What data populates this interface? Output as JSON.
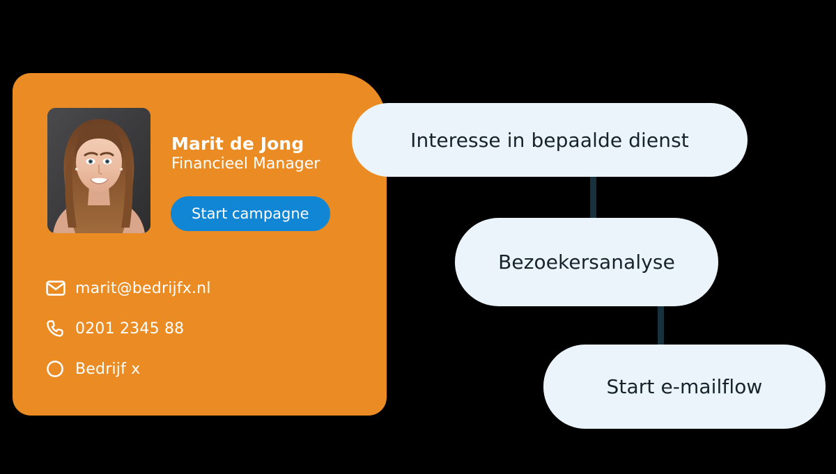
{
  "theme": {
    "page_background": "#000000",
    "card_orange": "#ea8c23",
    "button_blue": "#1186d5",
    "pill_background": "#eaf4fa",
    "pill_text": "#16232b",
    "connector_navy": "#17313d",
    "card_text": "#ffffff"
  },
  "contact_card": {
    "name": "Marit de Jong",
    "role": "Financieel Manager",
    "cta_label": "Start campagne",
    "avatar_alt": "portrait-photo-of-smiling-woman",
    "details": [
      {
        "icon": "envelope-icon",
        "label": "marit@bedrijfx.nl"
      },
      {
        "icon": "phone-icon",
        "label": "0201 2345 88"
      },
      {
        "icon": "circle-icon",
        "label": "Bedrijf x"
      }
    ]
  },
  "flow": {
    "steps": [
      {
        "label": "Interesse in bepaalde dienst"
      },
      {
        "label": "Bezoekersanalyse"
      },
      {
        "label": "Start e-mailflow"
      }
    ],
    "connector_count": 2
  }
}
